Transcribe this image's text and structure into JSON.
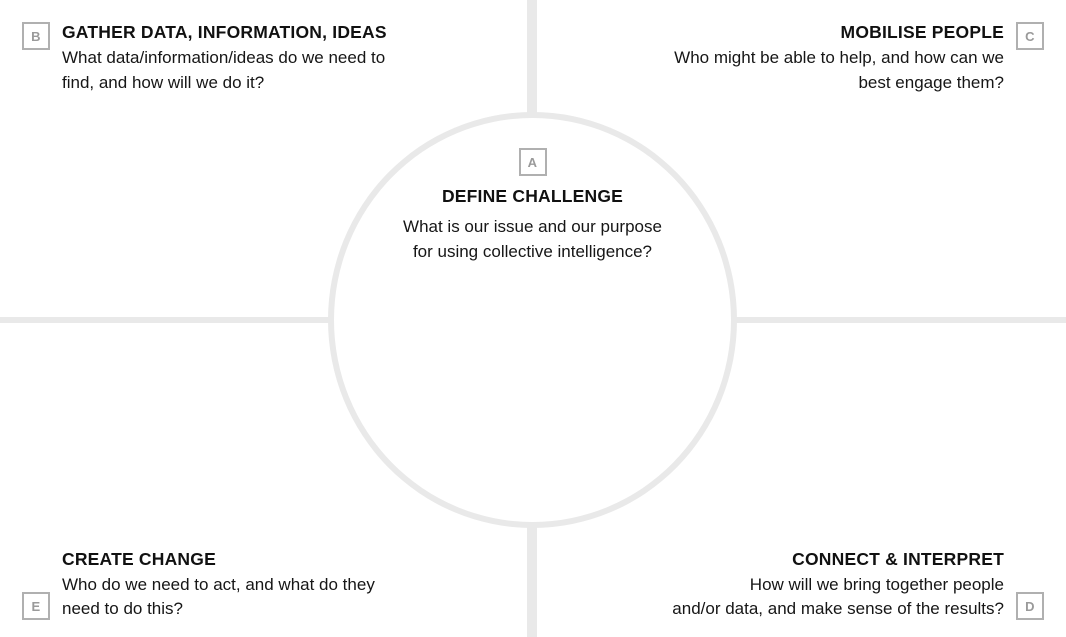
{
  "canvas": {
    "accent_line_color": "#e9e9e9",
    "badge_border_color": "#b0b0b0",
    "badge_text_color": "#9a9a9a",
    "text_color": "#111111"
  },
  "centre": {
    "badge": "A",
    "title": "DEFINE CHALLENGE",
    "body_line1": "What is our issue and our purpose",
    "body_line2": "for using collective intelligence?"
  },
  "quadrants": {
    "top_left": {
      "badge": "B",
      "title": "GATHER DATA, INFORMATION, IDEAS",
      "body_line1": "What data/information/ideas do we need to",
      "body_line2": "find, and how will we do it?"
    },
    "top_right": {
      "badge": "C",
      "title": "MOBILISE PEOPLE",
      "body_line1": "Who might be able to help, and how can we",
      "body_line2": "best engage them?"
    },
    "bottom_left": {
      "badge": "E",
      "title": "CREATE CHANGE",
      "body_line1": "Who do we need to act, and what do they",
      "body_line2": "need to do this?"
    },
    "bottom_right": {
      "badge": "D",
      "title": "CONNECT & INTERPRET",
      "body_line1": "How will we bring together people",
      "body_line2": "and/or data, and make sense of the results?"
    }
  }
}
